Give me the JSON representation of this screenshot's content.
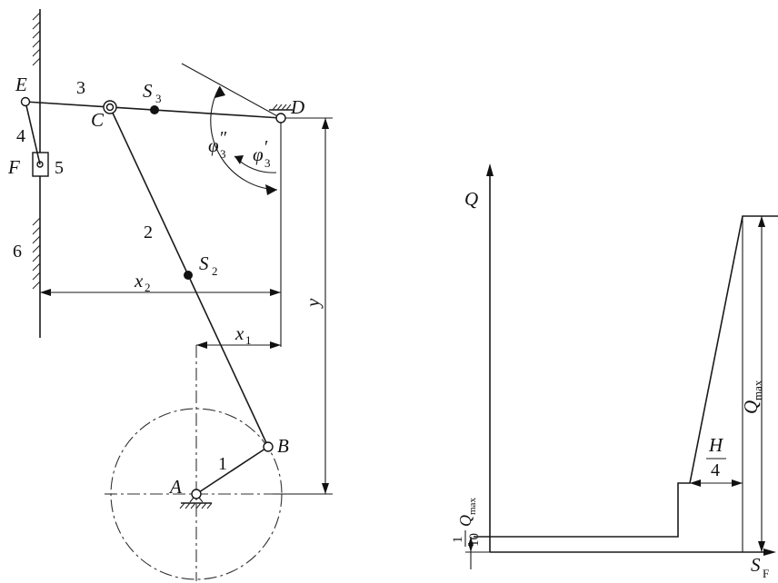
{
  "points": {
    "E": "E",
    "C": "C",
    "S3": "S",
    "S3_sub": "3",
    "D": "D",
    "F": "F",
    "S2": "S",
    "S2_sub": "2",
    "A": "A",
    "B": "B"
  },
  "links": {
    "l1": "1",
    "l2": "2",
    "l3": "3",
    "l4": "4",
    "l5": "5",
    "l6": "6"
  },
  "angles": {
    "phi": "φ",
    "phi3pp_sub": "3",
    "phi3pp_prime": "″",
    "phi3p_sub": "3",
    "phi3p_prime": "′"
  },
  "dims": {
    "x": "x",
    "x1_sub": "1",
    "x2_sub": "2",
    "y": "y"
  },
  "graph": {
    "y_axis": "Q",
    "x_axis": "S",
    "x_axis_sub": "F",
    "qmax": "Q",
    "qmax_sub": "max",
    "frac_num": "1",
    "frac_den": "10",
    "low_q": "Q",
    "low_q_sub": "max",
    "h_num": "H",
    "h_den": "4"
  }
}
